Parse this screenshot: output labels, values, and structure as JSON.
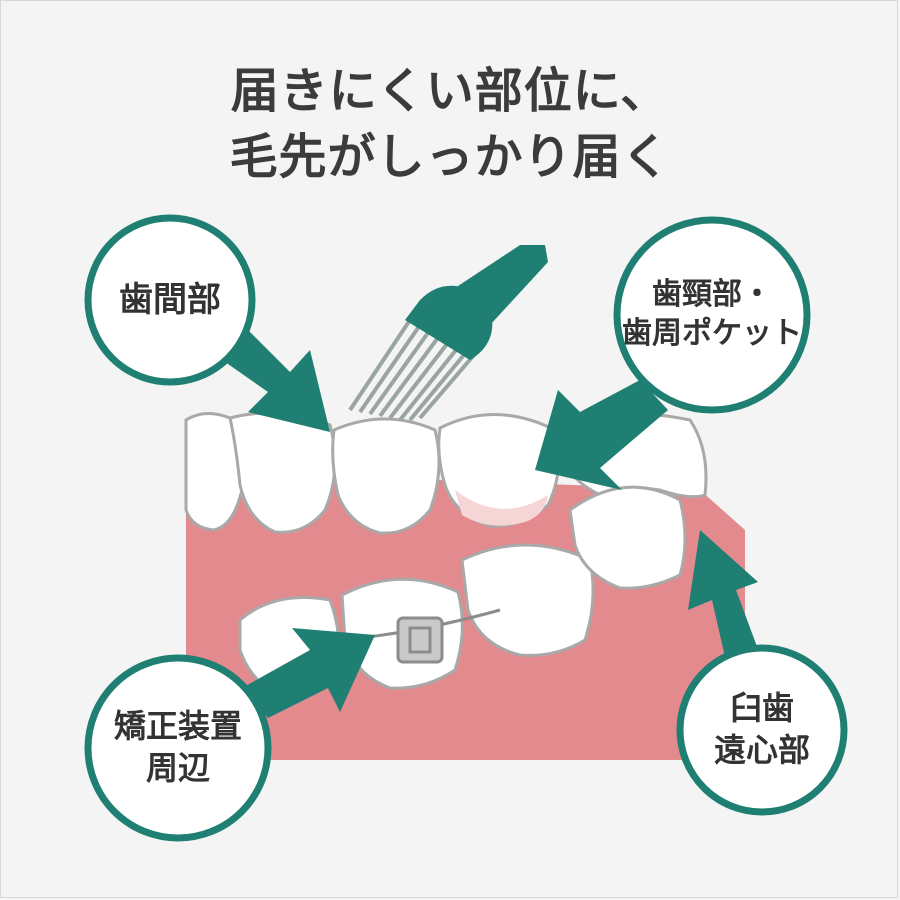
{
  "title": {
    "line1": "届きにくい部位に、",
    "line2": "毛先がしっかり届く"
  },
  "callouts": {
    "interdental": "歯間部",
    "cervical": {
      "line1": "歯頸部・",
      "line2": "歯周ポケット"
    },
    "orthodontic": {
      "line1": "矯正装置",
      "line2": "周辺"
    },
    "molar": {
      "line1": "臼歯",
      "line2": "遠心部"
    }
  },
  "colors": {
    "teal": "#1f7f72",
    "gum": "#e28a8d",
    "tooth": "#ffffff",
    "outline": "#a9a9a9",
    "text": "#333333"
  }
}
